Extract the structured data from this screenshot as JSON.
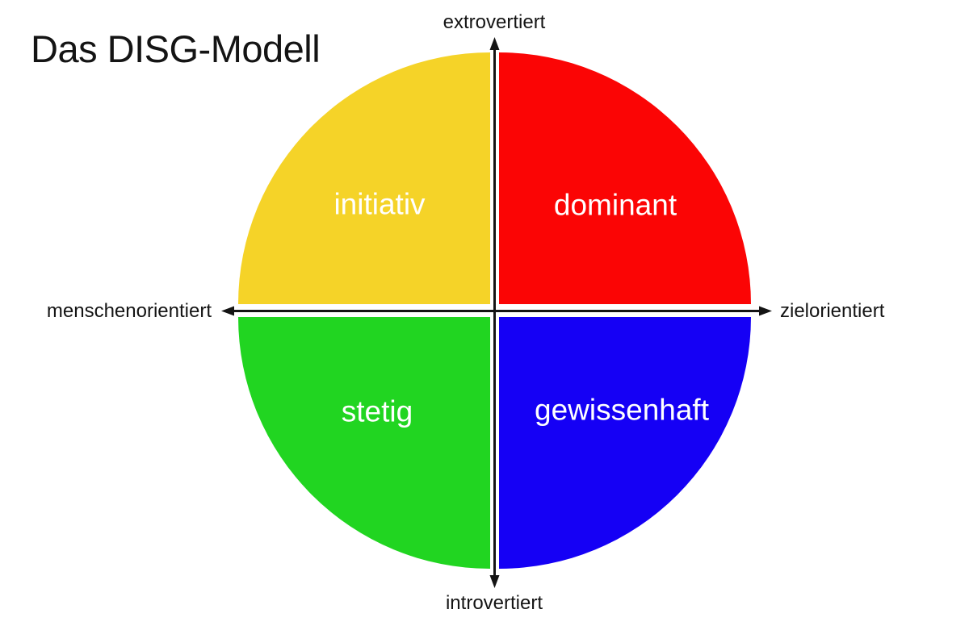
{
  "title": "Das DISG-Modell",
  "axes": {
    "top_label": "extrovertiert",
    "bottom_label": "introvertiert",
    "left_label": "menschenorientiert",
    "right_label": "zielorientiert"
  },
  "quadrants": [
    {
      "key": "initiativ",
      "label": "initiativ",
      "color": "#F5D328",
      "position": "top-left",
      "text_color": "#ffffff"
    },
    {
      "key": "dominant",
      "label": "dominant",
      "color": "#FB0505",
      "position": "top-right",
      "text_color": "#ffffff"
    },
    {
      "key": "stetig",
      "label": "stetig",
      "color": "#21D521",
      "position": "bottom-left",
      "text_color": "#ffffff"
    },
    {
      "key": "gewissenhaft",
      "label": "gewissenhaft",
      "color": "#1500F5",
      "position": "bottom-right",
      "text_color": "#ffffff"
    }
  ],
  "colors": {
    "background": "#FFFFFF",
    "axis": "#141414",
    "text": "#141414"
  },
  "chart_data": {
    "type": "pie",
    "title": "Das DISG-Modell",
    "categories": [
      "initiativ",
      "dominant",
      "stetig",
      "gewissenhaft"
    ],
    "values": [
      25,
      25,
      25,
      25
    ],
    "colors": [
      "#F5D328",
      "#FB0505",
      "#21D521",
      "#1500F5"
    ],
    "xlabel": "menschenorientiert ↔ zielorientiert",
    "ylabel": "introvertiert ↔ extrovertiert",
    "annotations": [
      {
        "text": "extrovertiert",
        "at": "top"
      },
      {
        "text": "introvertiert",
        "at": "bottom"
      },
      {
        "text": "menschenorientiert",
        "at": "left"
      },
      {
        "text": "zielorientiert",
        "at": "right"
      }
    ],
    "legend": "none",
    "grid": false
  }
}
